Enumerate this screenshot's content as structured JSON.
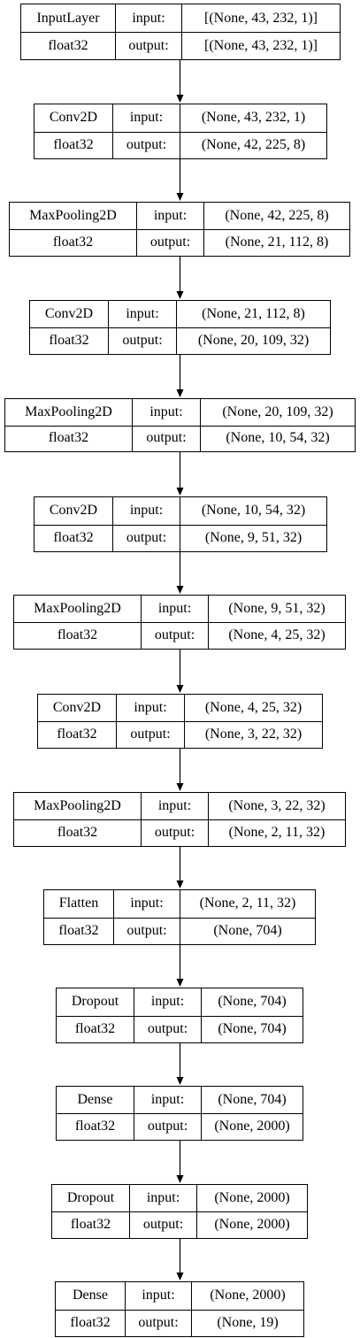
{
  "layers": [
    {
      "type": "InputLayer",
      "dtype": "float32",
      "input_label": "input:",
      "output_label": "output:",
      "input_shape": "[(None, 43, 232, 1)]",
      "output_shape": "[(None, 43, 232, 1)]"
    },
    {
      "type": "Conv2D",
      "dtype": "float32",
      "input_label": "input:",
      "output_label": "output:",
      "input_shape": "(None, 43, 232, 1)",
      "output_shape": "(None, 42, 225, 8)"
    },
    {
      "type": "MaxPooling2D",
      "dtype": "float32",
      "input_label": "input:",
      "output_label": "output:",
      "input_shape": "(None, 42, 225, 8)",
      "output_shape": "(None, 21, 112, 8)"
    },
    {
      "type": "Conv2D",
      "dtype": "float32",
      "input_label": "input:",
      "output_label": "output:",
      "input_shape": "(None, 21, 112, 8)",
      "output_shape": "(None, 20, 109, 32)"
    },
    {
      "type": "MaxPooling2D",
      "dtype": "float32",
      "input_label": "input:",
      "output_label": "output:",
      "input_shape": "(None, 20, 109, 32)",
      "output_shape": "(None, 10, 54, 32)"
    },
    {
      "type": "Conv2D",
      "dtype": "float32",
      "input_label": "input:",
      "output_label": "output:",
      "input_shape": "(None, 10, 54, 32)",
      "output_shape": "(None, 9, 51, 32)"
    },
    {
      "type": "MaxPooling2D",
      "dtype": "float32",
      "input_label": "input:",
      "output_label": "output:",
      "input_shape": "(None, 9, 51, 32)",
      "output_shape": "(None, 4, 25, 32)"
    },
    {
      "type": "Conv2D",
      "dtype": "float32",
      "input_label": "input:",
      "output_label": "output:",
      "input_shape": "(None, 4, 25, 32)",
      "output_shape": "(None, 3, 22, 32)"
    },
    {
      "type": "MaxPooling2D",
      "dtype": "float32",
      "input_label": "input:",
      "output_label": "output:",
      "input_shape": "(None, 3, 22, 32)",
      "output_shape": "(None, 2, 11, 32)"
    },
    {
      "type": "Flatten",
      "dtype": "float32",
      "input_label": "input:",
      "output_label": "output:",
      "input_shape": "(None, 2, 11, 32)",
      "output_shape": "(None, 704)"
    },
    {
      "type": "Dropout",
      "dtype": "float32",
      "input_label": "input:",
      "output_label": "output:",
      "input_shape": "(None, 704)",
      "output_shape": "(None, 704)"
    },
    {
      "type": "Dense",
      "dtype": "float32",
      "input_label": "input:",
      "output_label": "output:",
      "input_shape": "(None, 704)",
      "output_shape": "(None, 2000)"
    },
    {
      "type": "Dropout",
      "dtype": "float32",
      "input_label": "input:",
      "output_label": "output:",
      "input_shape": "(None, 2000)",
      "output_shape": "(None, 2000)"
    },
    {
      "type": "Dense",
      "dtype": "float32",
      "input_label": "input:",
      "output_label": "output:",
      "input_shape": "(None, 2000)",
      "output_shape": "(None, 19)"
    }
  ]
}
